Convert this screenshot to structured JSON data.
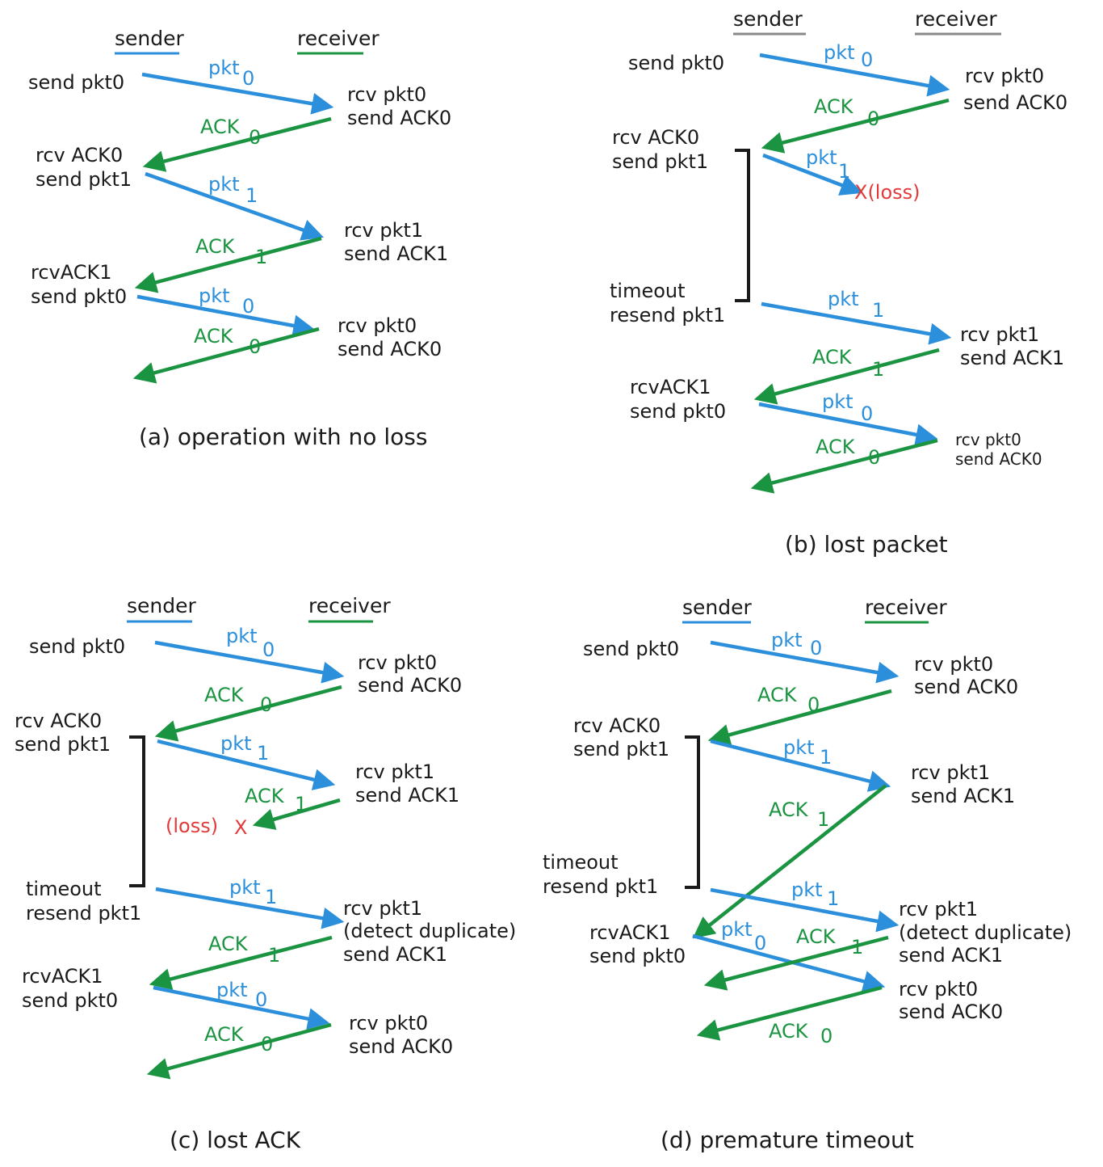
{
  "colors": {
    "sender": "#2b8fdc",
    "receiver": "#1b9442",
    "loss": "#e23a3a",
    "text": "#1a1a1a"
  },
  "a": {
    "sender": "sender",
    "receiver": "receiver",
    "caption": "(a) operation with no loss",
    "s": [
      [
        "send pkt0"
      ],
      [
        "rcv ACK0",
        "send pkt1"
      ],
      [
        "rcvACK1",
        "send pkt0"
      ]
    ],
    "r": [
      [
        "rcv pkt0",
        "send ACK0"
      ],
      [
        "rcv pkt1",
        "send ACK1"
      ],
      [
        "rcv pkt0",
        "send ACK0"
      ]
    ],
    "m": [
      [
        "pkt",
        "0"
      ],
      [
        "ACK",
        "0"
      ],
      [
        "pkt",
        "1"
      ],
      [
        "ACK",
        "1"
      ],
      [
        "pkt",
        "0"
      ],
      [
        "ACK",
        "0"
      ]
    ]
  },
  "b": {
    "sender": "sender",
    "receiver": "receiver",
    "caption": "(b) lost packet",
    "s": [
      [
        "send pkt0"
      ],
      [
        "rcv ACK0",
        "send pkt1"
      ],
      [
        "timeout",
        "resend pkt1"
      ],
      [
        "rcvACK1",
        "send pkt0"
      ]
    ],
    "r": [
      [
        "rcv pkt0",
        "send ACK0"
      ],
      [
        "rcv pkt1",
        "send ACK1"
      ],
      [
        "rcv pkt0",
        "send ACK0"
      ]
    ],
    "m": [
      [
        "pkt",
        "0"
      ],
      [
        "ACK",
        "0"
      ],
      [
        "pkt",
        "1"
      ],
      [
        "pkt",
        "1"
      ],
      [
        "ACK",
        "1"
      ],
      [
        "pkt",
        "0"
      ],
      [
        "ACK",
        "0"
      ]
    ],
    "loss": "X(loss)"
  },
  "c": {
    "sender": "sender",
    "receiver": "receiver",
    "caption": "(c) lost ACK",
    "s": [
      [
        "send pkt0"
      ],
      [
        "rcv ACK0",
        "send pkt1"
      ],
      [
        "timeout",
        "resend pkt1"
      ],
      [
        "rcvACK1",
        "send pkt0"
      ]
    ],
    "r": [
      [
        "rcv pkt0",
        "send ACK0"
      ],
      [
        "rcv pkt1",
        "send ACK1"
      ],
      [
        "rcv pkt1",
        "(detect duplicate)",
        "send ACK1"
      ],
      [
        "rcv pkt0",
        "send ACK0"
      ]
    ],
    "m": [
      [
        "pkt",
        "0"
      ],
      [
        "ACK",
        "0"
      ],
      [
        "pkt",
        "1"
      ],
      [
        "ACK",
        "1"
      ],
      [
        "pkt",
        "1"
      ],
      [
        "ACK",
        "1"
      ],
      [
        "pkt",
        "0"
      ],
      [
        "ACK",
        "0"
      ]
    ],
    "loss": "(loss)",
    "x": "X"
  },
  "d": {
    "sender": "sender",
    "receiver": "receiver",
    "caption": "(d) premature timeout",
    "s": [
      [
        "send pkt0"
      ],
      [
        "rcv ACK0",
        "send pkt1"
      ],
      [
        "timeout",
        "resend pkt1"
      ],
      [
        "rcvACK1",
        "send pkt0"
      ]
    ],
    "r": [
      [
        "rcv pkt0",
        "send ACK0"
      ],
      [
        "rcv pkt1",
        "send ACK1"
      ],
      [
        "rcv pkt1",
        "(detect duplicate)",
        "send ACK1"
      ],
      [
        "rcv pkt0",
        "send ACK0"
      ]
    ],
    "m": [
      [
        "pkt",
        "0"
      ],
      [
        "ACK",
        "0"
      ],
      [
        "pkt",
        "1"
      ],
      [
        "ACK",
        "1"
      ],
      [
        "pkt",
        "1"
      ],
      [
        "pkt",
        "0"
      ],
      [
        "ACK",
        "1"
      ],
      [
        "ACK",
        "0"
      ]
    ]
  }
}
